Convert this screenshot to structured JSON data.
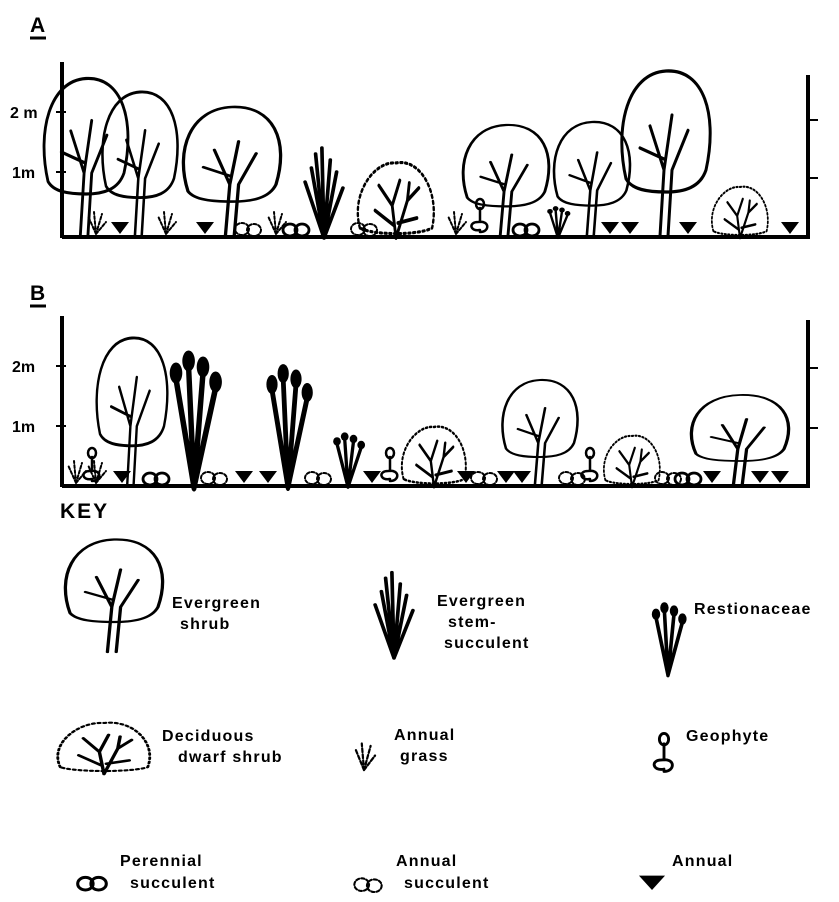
{
  "panel_a": {
    "label": "A",
    "y_ticks": [
      "2 m",
      "1m"
    ]
  },
  "panel_b": {
    "label": "B",
    "y_ticks": [
      "2m",
      "1m"
    ]
  },
  "key": {
    "title": "KEY",
    "items": [
      {
        "icon": "evergreen-shrub-icon",
        "lines": [
          "Evergreen",
          "shrub"
        ]
      },
      {
        "icon": "evergreen-stem-succulent-icon",
        "lines": [
          "Evergreen",
          "stem-",
          "succulent"
        ]
      },
      {
        "icon": "restionaceae-icon",
        "lines": [
          "Restionaceae"
        ]
      },
      {
        "icon": "deciduous-dwarf-shrub-icon",
        "lines": [
          "Deciduous",
          "dwarf shrub"
        ]
      },
      {
        "icon": "annual-grass-icon",
        "lines": [
          "Annual",
          "grass"
        ]
      },
      {
        "icon": "geophyte-icon",
        "lines": [
          "Geophyte"
        ]
      },
      {
        "icon": "perennial-succulent-icon",
        "lines": [
          "Perennial",
          "succulent"
        ]
      },
      {
        "icon": "annual-succulent-icon",
        "lines": [
          "Annual",
          "succulent"
        ]
      },
      {
        "icon": "annual-icon",
        "lines": [
          "Annual"
        ]
      }
    ]
  }
}
